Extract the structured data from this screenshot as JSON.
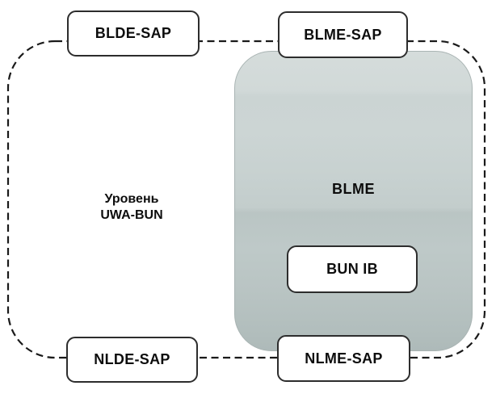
{
  "diagram": {
    "level_label": {
      "line1": "Уровень",
      "line2": "UWA-BUN"
    },
    "sap_boxes": {
      "top_left": "BLDE-SAP",
      "top_right": "BLME-SAP",
      "bottom_left": "NLDE-SAP",
      "bottom_right": "NLME-SAP"
    },
    "blme_block": {
      "label": "BLME",
      "inner_box": "BUN IB"
    },
    "colors": {
      "box_border": "#2d2d2d",
      "dashed_boundary": "#1a1a1a",
      "blme_fill_top": "#d5dcdb",
      "blme_fill_bottom": "#aebab9",
      "box_fill": "#ffffff",
      "text": "#0d0d0d"
    }
  }
}
